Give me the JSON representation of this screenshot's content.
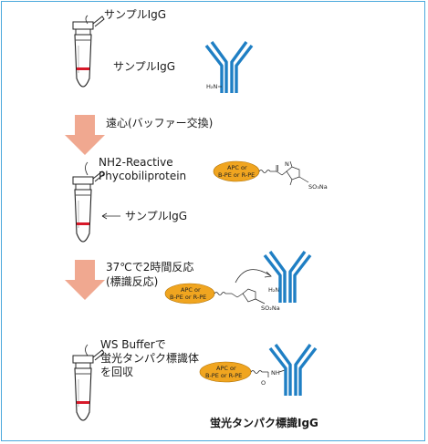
{
  "step1": {
    "tube_label": "サンプルIgG",
    "antibody_label": "サンプルIgG",
    "amine": "H₂N"
  },
  "arrow1": {
    "label": "遠心(バッファー交換)"
  },
  "step2": {
    "reagent_label_line1": "NH2-Reactive",
    "reagent_label_line2": "Phycobiliprotein",
    "sample_label": "サンプルIgG",
    "oval_line1": "APC or",
    "oval_line2": "B-PE or R-PE",
    "so3na": "SO₃Na"
  },
  "arrow2": {
    "label_line1": "37℃で2時間反応",
    "label_line2": "(標識反応)"
  },
  "step3": {
    "oval_line1": "APC or",
    "oval_line2": "B-PE or R-PE",
    "amine": "H₂N",
    "so3na": "SO₂Na"
  },
  "step4": {
    "label_line1": "WS Bufferで",
    "label_line2": "蛍光タンパク標識体",
    "label_line3": "を回収",
    "oval_line1": "APC or",
    "oval_line2": "B-PE or R-PE",
    "nh": "NH",
    "final_label": "蛍光タンパク標識IgG"
  },
  "colors": {
    "antibody": "#1f7fc4",
    "arrow": "#f0a890",
    "oval": "#f0a520",
    "tube_band": "#d8192a",
    "frame": "#4aa8dc"
  }
}
